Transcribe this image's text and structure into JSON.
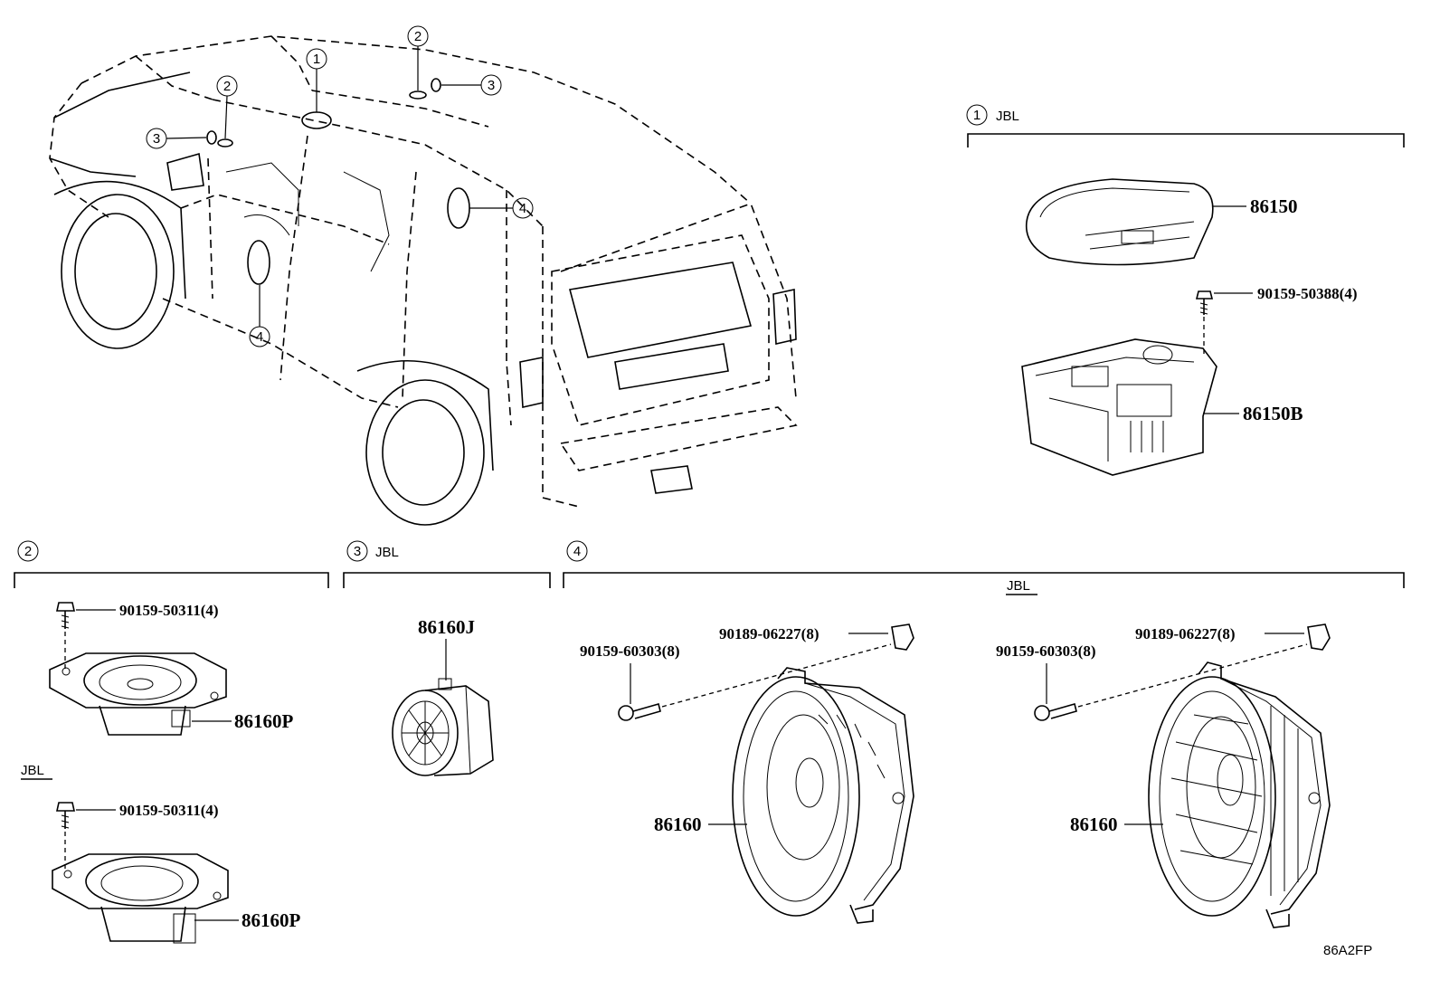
{
  "callouts": {
    "c1": "1",
    "c2": "2",
    "c3": "3",
    "c4": "4"
  },
  "groups": {
    "g1": {
      "num": "1",
      "label": "JBL"
    },
    "g2": {
      "num": "2",
      "label": ""
    },
    "g3": {
      "num": "3",
      "label": "JBL"
    },
    "g4": {
      "num": "4",
      "label": ""
    }
  },
  "variant_labels": {
    "g2_jbl": "JBL",
    "g4_jbl": "JBL"
  },
  "parts": {
    "amp_cover": "86150",
    "amp_screw": "90159-50388(4)",
    "amp_body": "86150B",
    "g2_screw_top": "90159-50311(4)",
    "g2_speaker_top": "86160P",
    "g2_screw_bottom": "90159-50311(4)",
    "g2_speaker_bottom": "86160P",
    "tweeter": "86160J",
    "g4_clip_left": "90189-06227(8)",
    "g4_screw_left": "90159-60303(8)",
    "g4_speaker_left": "86160",
    "g4_clip_right": "90189-06227(8)",
    "g4_screw_right": "90159-60303(8)",
    "g4_speaker_right": "86160"
  },
  "diagram_code": "86A2FP"
}
